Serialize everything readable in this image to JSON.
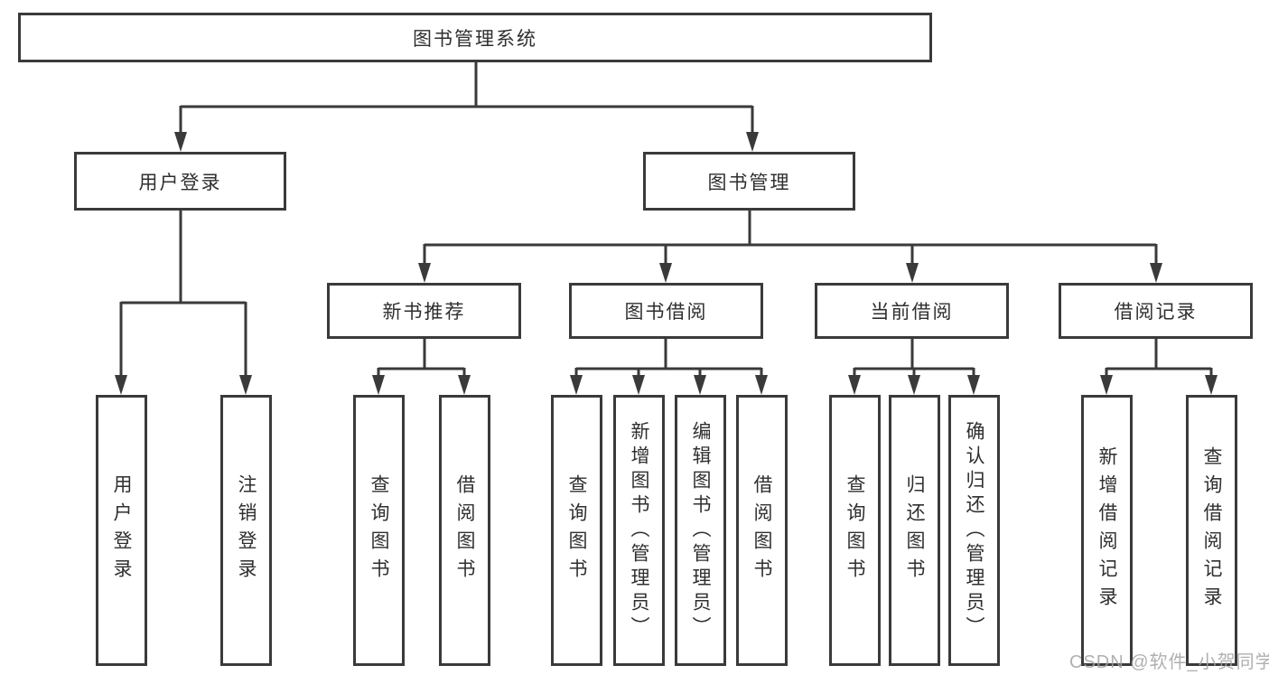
{
  "tree": {
    "label": "图书管理系统",
    "children": [
      {
        "label": "用户登录",
        "children": [
          {
            "label": "用户登录"
          },
          {
            "label": "注销登录"
          }
        ]
      },
      {
        "label": "图书管理",
        "children": [
          {
            "label": "新书推荐",
            "children": [
              {
                "label": "查询图书"
              },
              {
                "label": "借阅图书"
              }
            ]
          },
          {
            "label": "图书借阅",
            "children": [
              {
                "label": "查询图书"
              },
              {
                "label": "新增图书（管理员）"
              },
              {
                "label": "编辑图书（管理员）"
              },
              {
                "label": "借阅图书"
              }
            ]
          },
          {
            "label": "当前借阅",
            "children": [
              {
                "label": "查询图书"
              },
              {
                "label": "归还图书"
              },
              {
                "label": "确认归还（管理员）"
              }
            ]
          },
          {
            "label": "借阅记录",
            "children": [
              {
                "label": "新增借阅记录"
              },
              {
                "label": "查询借阅记录"
              }
            ]
          }
        ]
      }
    ]
  },
  "watermark": {
    "text": "CSDN @软件_小贺同学"
  },
  "colors": {
    "line": "#3a3a3a",
    "box_border": "#3a3a3a",
    "box_fill": "#ffffff",
    "text": "#2f2f2f",
    "watermark": "#a3a3a3",
    "background": "#ffffff"
  }
}
